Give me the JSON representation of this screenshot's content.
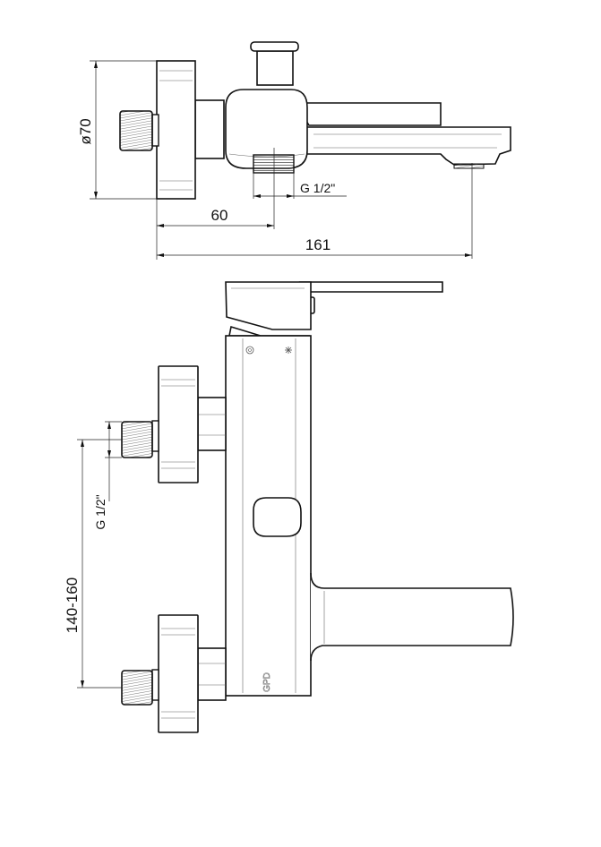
{
  "top_view": {
    "diameter_label": "ø70",
    "thread_label": "G 1/2\"",
    "offset_label": "60",
    "length_label": "161"
  },
  "front_view": {
    "thread_label": "G 1/2\"",
    "spacing_label": "140-160",
    "logo_text": "GPD"
  },
  "colors": {
    "line": "#111111",
    "background": "#ffffff"
  }
}
